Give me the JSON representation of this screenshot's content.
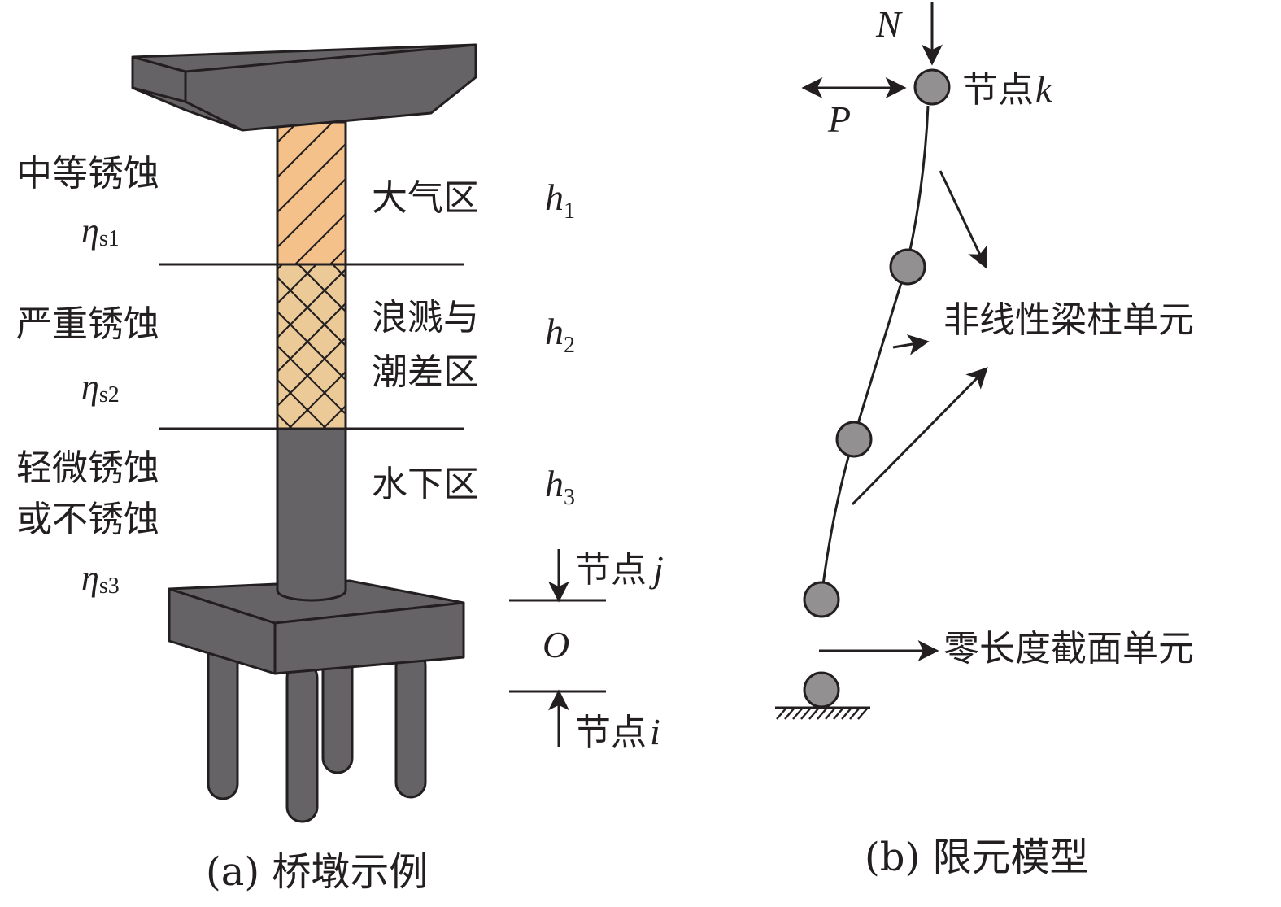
{
  "colors": {
    "concrete": "#656365",
    "outline": "#231f20",
    "atmospheric_zone": "#f5c18a",
    "splash_zone": "#ebca97",
    "node_fill": "#929091",
    "background": "#ffffff"
  },
  "panel_a": {
    "caption": "(a) 桥墩示例",
    "corrosion_levels": [
      {
        "label": "中等锈蚀",
        "factor_symbol": "η",
        "factor_sub": "s1"
      },
      {
        "label": "严重锈蚀",
        "factor_symbol": "η",
        "factor_sub": "s2"
      },
      {
        "label_line1": "轻微锈蚀",
        "label_line2": "或不锈蚀",
        "factor_symbol": "η",
        "factor_sub": "s3"
      }
    ],
    "zones": [
      {
        "label": "大气区",
        "height_symbol": "h",
        "height_sub": "1"
      },
      {
        "label_line1": "浪溅与",
        "label_line2": "潮差区",
        "height_symbol": "h",
        "height_sub": "2"
      },
      {
        "label": "水下区",
        "height_symbol": "h",
        "height_sub": "3"
      }
    ],
    "node_j": {
      "prefix": "节点",
      "var": "j"
    },
    "origin": "O",
    "node_i": {
      "prefix": "节点",
      "var": "i"
    }
  },
  "panel_b": {
    "caption": "(b) 限元模型",
    "axial_load": "N",
    "lateral_load": "P",
    "node_k": {
      "prefix": "节点",
      "var": "k"
    },
    "beam_column_label": "非线性梁柱单元",
    "zero_length_label": "零长度截面单元"
  }
}
